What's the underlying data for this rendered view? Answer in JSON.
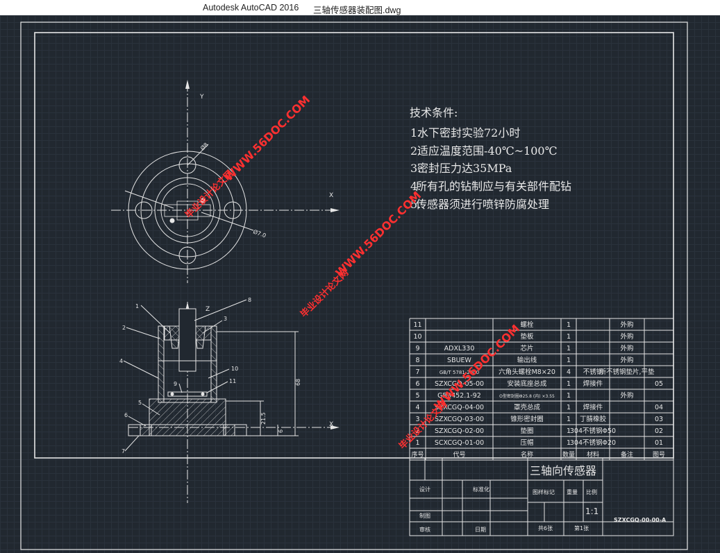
{
  "window": {
    "app_title": "Autodesk AutoCAD 2016",
    "file_name": "三轴传感器装配图.dwg"
  },
  "tech_conditions": {
    "heading": "技术条件:",
    "items": [
      {
        "num": "1.",
        "text": "水下密封实验72小时"
      },
      {
        "num": "2.",
        "text": "适应温度范围-40℃~100℃"
      },
      {
        "num": "3.",
        "text": "密封压力达35MPa"
      },
      {
        "num": "4.",
        "text": "所有孔的钻制应与有关部件配钻"
      },
      {
        "num": "5.",
        "text": "传感器须进行喷锌防腐处理"
      }
    ]
  },
  "top_view": {
    "axis_y": "Y",
    "axis_x": "X",
    "dim_hole": "Ø8",
    "dim_bore": "Ø7.0"
  },
  "section_view": {
    "axis_z": "Z",
    "axis_x": "X",
    "dim_height": "68",
    "dim_mid": "21.5",
    "dim_base": "6",
    "balloons": [
      "1",
      "2",
      "3",
      "4",
      "5",
      "6",
      "7",
      "8",
      "9",
      "10",
      "11"
    ]
  },
  "bom": {
    "rows": [
      {
        "no": "11",
        "code": "",
        "name": "螺栓",
        "qty": "1",
        "material": "",
        "note": "外购",
        "drawing": ""
      },
      {
        "no": "10",
        "code": "",
        "name": "垫板",
        "qty": "1",
        "material": "",
        "note": "外购",
        "drawing": ""
      },
      {
        "no": "9",
        "code": "ADXL330",
        "name": "芯片",
        "qty": "1",
        "material": "",
        "note": "外购",
        "drawing": ""
      },
      {
        "no": "8",
        "code": "SBUEW",
        "name": "输出线",
        "qty": "1",
        "material": "",
        "note": "外购",
        "drawing": ""
      },
      {
        "no": "7",
        "code": "GB/T  5781-2000",
        "name": "六角头螺栓M8×20",
        "qty": "4",
        "material": "不锈钢",
        "note": "所不锈钢垫片,平垫",
        "drawing": ""
      },
      {
        "no": "6",
        "code": "SZXCGQ-05-00",
        "name": "安装底座总成",
        "qty": "1",
        "material": "焊接件",
        "note": "",
        "drawing": "05"
      },
      {
        "no": "5",
        "code": "GB3452.1-92",
        "name": "O型密封圈Φ25.8 (内) ×3.55",
        "qty": "1",
        "material": "",
        "note": "外购",
        "drawing": ""
      },
      {
        "no": "4",
        "code": "SZXCGQ-04-00",
        "name": "罩壳总成",
        "qty": "1",
        "material": "焊接件",
        "note": "",
        "drawing": "04"
      },
      {
        "no": "3",
        "code": "SZXCGQ-03-00",
        "name": "锥形密封圈",
        "qty": "1",
        "material": "丁腈橡胶",
        "note": "",
        "drawing": "03"
      },
      {
        "no": "2",
        "code": "SZXCGQ-02-00",
        "name": "垫圈",
        "qty": "1",
        "material": "304不锈钢Φ50",
        "note": "",
        "drawing": "02"
      },
      {
        "no": "1",
        "code": "SCXCGQ-01-00",
        "name": "压帽",
        "qty": "1",
        "material": "304不锈钢Φ20",
        "note": "",
        "drawing": "01"
      }
    ],
    "headers": {
      "no": "序号",
      "code": "代号",
      "name": "名称",
      "qty": "数量",
      "material": "材料",
      "note": "备注",
      "drawing": "图号"
    }
  },
  "title_block": {
    "title": "三轴向传感器",
    "design": "设计",
    "standard": "标准化",
    "drawing_mark": "图样标记",
    "weight": "重量",
    "scale_label": "比例",
    "scale": "1:1",
    "drafting": "制图",
    "review": "审核",
    "date": "日期",
    "total": "共6张",
    "sheet": "第1张",
    "drawing_no": "SZXCGQ-00-00-A"
  },
  "watermarks": {
    "site": "WWW.56DOC.COM",
    "label": "毕业设计论文网"
  },
  "colors": {
    "background": "#212830",
    "lines": "#e6e6e6",
    "watermark": "#ff3030"
  }
}
